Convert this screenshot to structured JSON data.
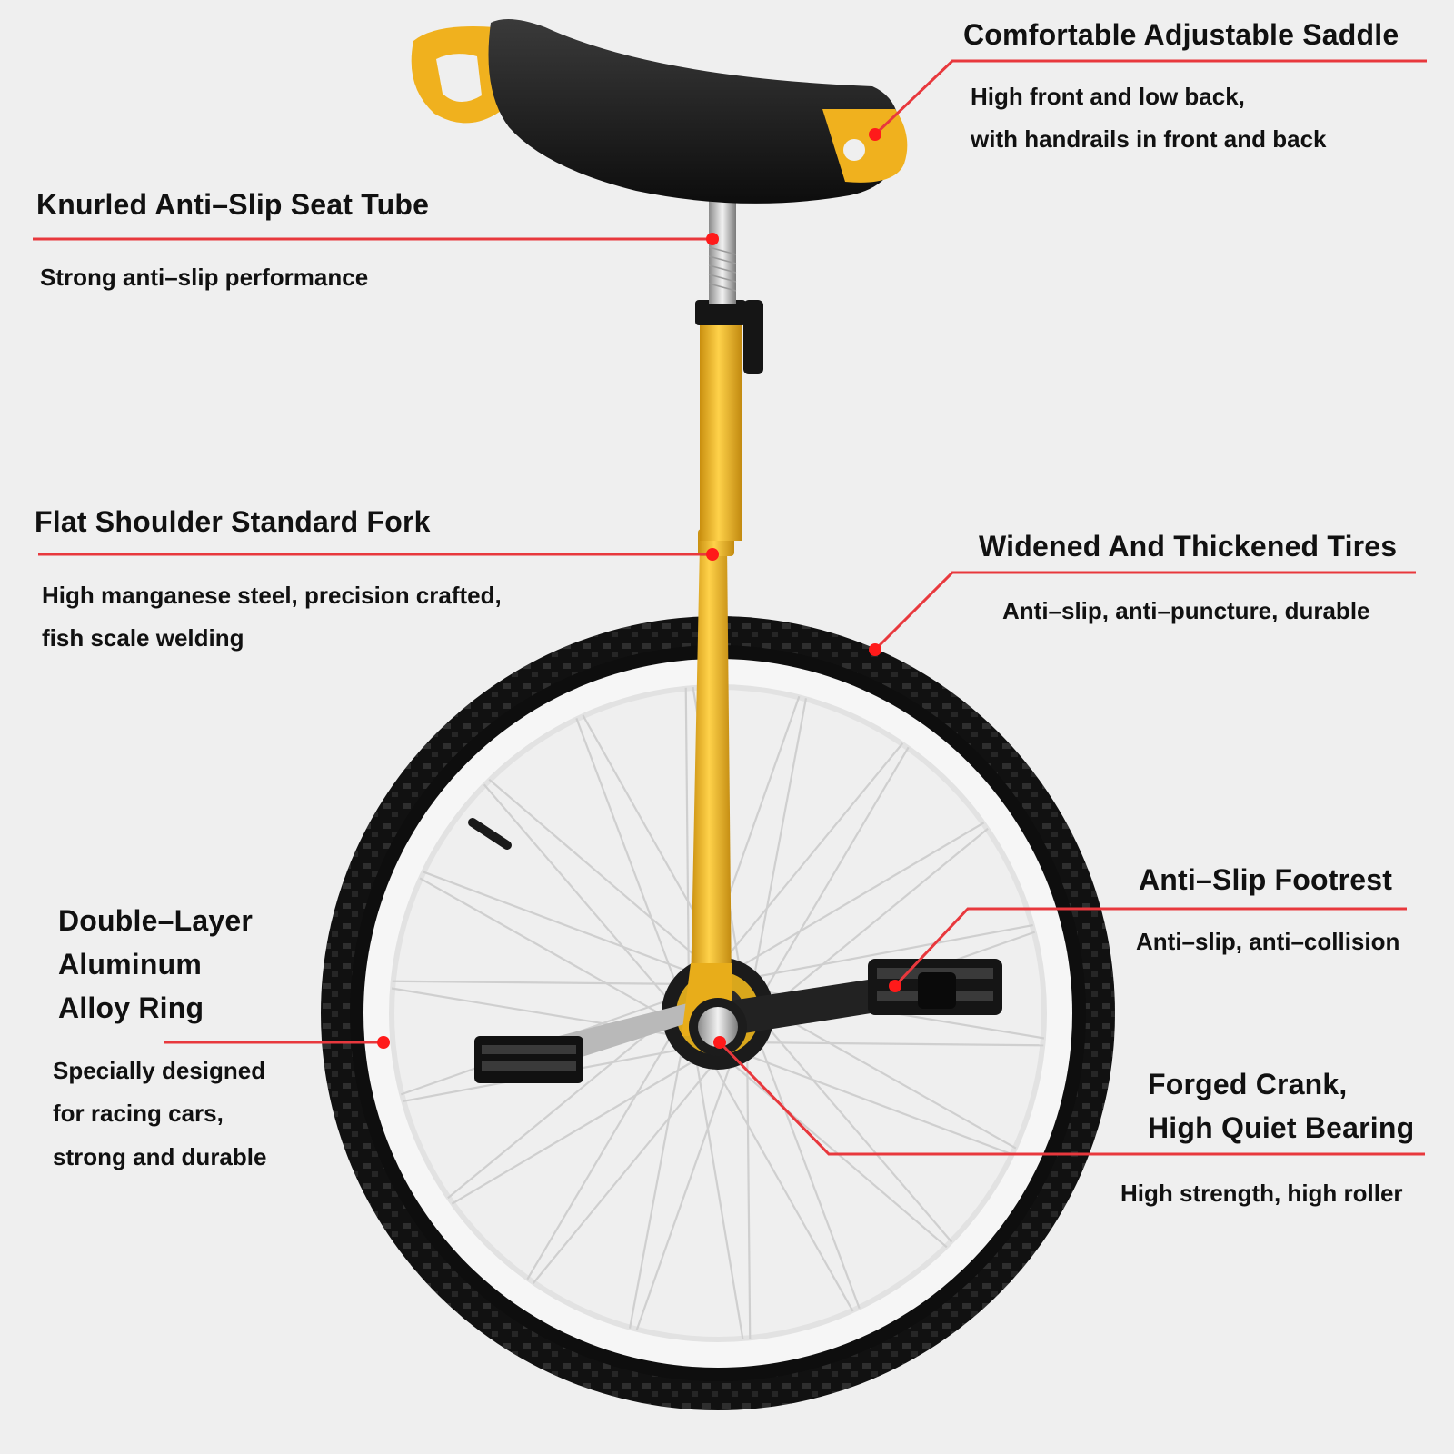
{
  "features": {
    "saddle": {
      "title": "Comfortable Adjustable Saddle",
      "desc_line1": "High front and low back,",
      "desc_line2": "with handrails in front and back"
    },
    "seat_tube": {
      "title": "Knurled Anti–Slip Seat Tube",
      "desc": "Strong anti–slip performance"
    },
    "fork": {
      "title": "Flat Shoulder Standard Fork",
      "desc_line1": "High manganese steel, precision crafted,",
      "desc_line2": "fish scale welding"
    },
    "tires": {
      "title": "Widened And Thickened Tires",
      "desc": "Anti–slip, anti–puncture, durable"
    },
    "footrest": {
      "title": "Anti–Slip Footrest",
      "desc": "Anti–slip, anti–collision"
    },
    "ring": {
      "title_line1": "Double–Layer",
      "title_line2": "Aluminum",
      "title_line3": "Alloy Ring",
      "desc_line1": "Specially designed",
      "desc_line2": "for racing cars,",
      "desc_line3": "strong and durable"
    },
    "crank": {
      "title_line1": "Forged Crank,",
      "title_line2": "High Quiet Bearing",
      "desc": "High strength, high roller"
    }
  },
  "colors": {
    "background": "#efefef",
    "callout_line": "#e8383d",
    "callout_dot": "#ff1a1a",
    "frame_yellow": "#f2b722",
    "tire_black": "#121212",
    "rim_silver": "#f4f4f4"
  }
}
